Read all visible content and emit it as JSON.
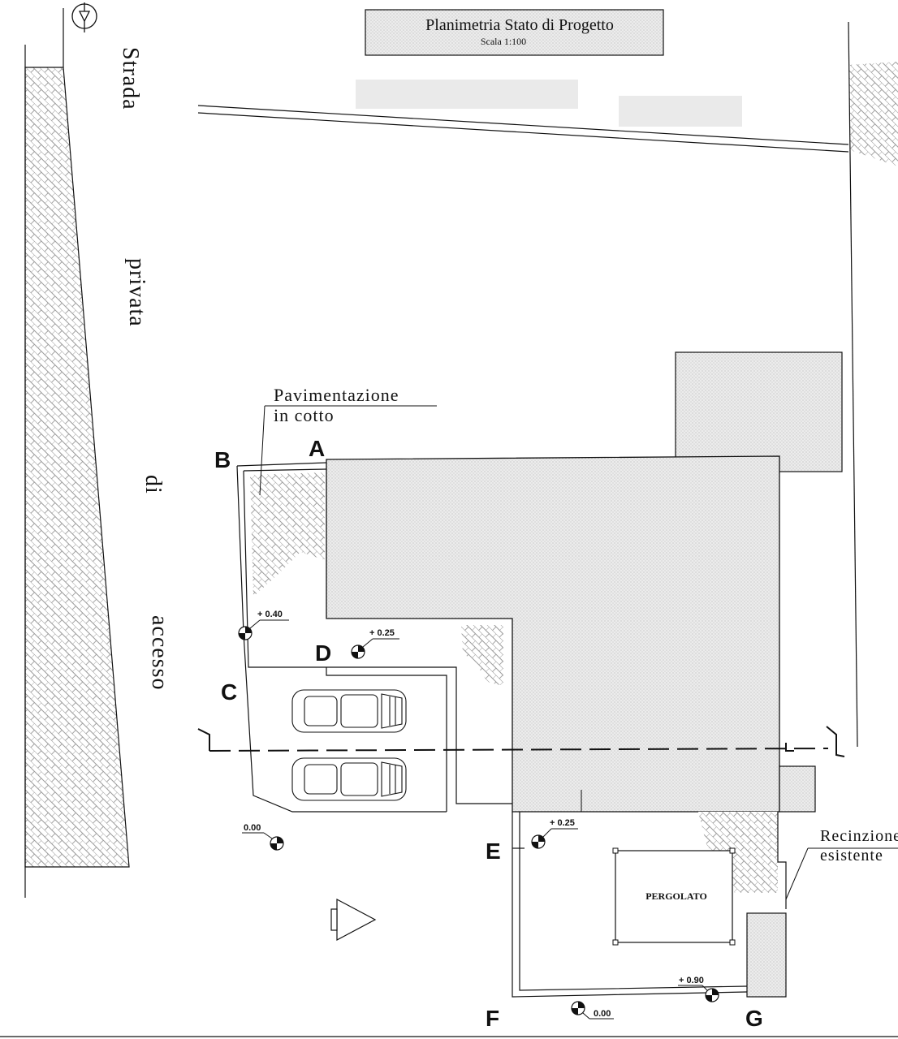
{
  "title_block": {
    "title": "Planimetria Stato di Progetto",
    "scale": "Scala 1:100"
  },
  "road_label": {
    "word1": "Strada",
    "word2": "privata",
    "word3": "di",
    "word4": "accesso"
  },
  "callouts": {
    "paving_line1": "Pavimentazione",
    "paving_line2": "in cotto",
    "fence_line1": "Recinzione",
    "fence_line2": "esistente"
  },
  "points": [
    "A",
    "B",
    "C",
    "D",
    "E",
    "F",
    "G"
  ],
  "levels": {
    "b_corner": "+ 0.40",
    "d_courtyard": "+ 0.25",
    "street": "0.00",
    "e_garden": "+ 0.25",
    "g_corner": "+ 0.90",
    "f_bottom": "0.00"
  },
  "pergola_label": "PERGOLATO",
  "colors": {
    "line": "#111111",
    "hatch": "#9a9a9a",
    "fill": "#e9e9e9"
  }
}
